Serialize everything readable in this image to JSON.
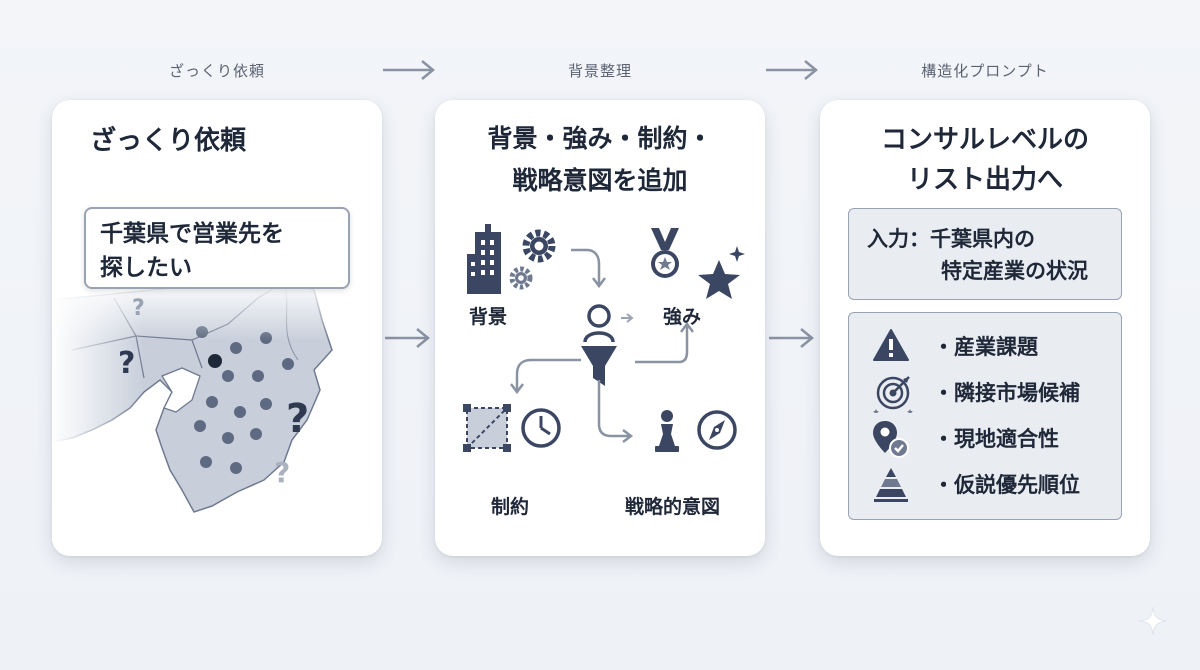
{
  "stages": {
    "stage1": "ざっくり依頼",
    "stage2": "背景整理",
    "stage3": "構造化プロンプト"
  },
  "card1": {
    "title": "ざっくり依頼",
    "request_line1": "千葉県で営業先を",
    "request_line2": "探したい",
    "question_mark": "?"
  },
  "card2": {
    "title_line1": "背景・強み・制約・",
    "title_line2": "戦略意図を追加",
    "labels": {
      "background": "背景",
      "strength": "強み",
      "constraint": "制約",
      "strategic_intent": "戦略的意図"
    }
  },
  "card3": {
    "title_line1": "コンサルレベルの",
    "title_line2": "リスト出力へ",
    "input_line1": "入力：千葉県内の",
    "input_line2": "特定産業の状況",
    "outputs": [
      {
        "label": "・産業課題",
        "icon": "warning-icon"
      },
      {
        "label": "・隣接市場候補",
        "icon": "target-icon"
      },
      {
        "label": "・現地適合性",
        "icon": "map-pin-check-icon"
      },
      {
        "label": "・仮説優先順位",
        "icon": "pyramid-icon"
      }
    ]
  },
  "colors": {
    "navy": "#3b4762",
    "ink": "#1f2838",
    "arrow": "#8a93a3",
    "map_fill": "#c8cfdb",
    "dot": "#5e6a82"
  }
}
